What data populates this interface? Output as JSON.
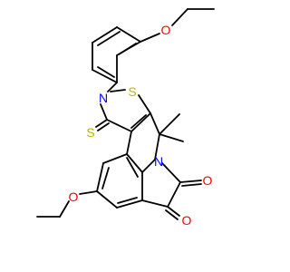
{
  "colors": {
    "background": "#ffffff",
    "bond": "#000000",
    "nitrogen": "#0000ff",
    "oxygen": "#ff0000",
    "sulfur": "#b8b800"
  },
  "atoms": {
    "o_ether_top": "O",
    "n_ring": "N",
    "s_ring": "S",
    "s_thione": "S",
    "n_lactam": "N",
    "o_carbonyl_1": "O",
    "o_carbonyl_2": "O",
    "o_ether_bottom": "O"
  }
}
